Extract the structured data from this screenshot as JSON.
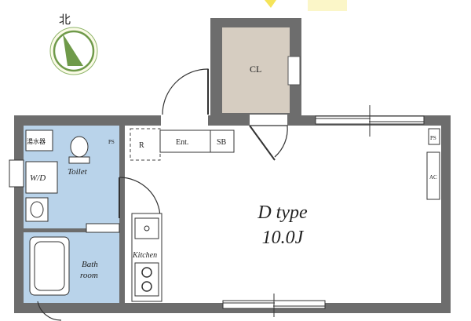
{
  "compass": {
    "label": "北",
    "icon": "north-arrow-icon"
  },
  "unit": {
    "type_label": "D type",
    "area_label": "10.0J"
  },
  "rooms": {
    "closet": "CL",
    "entrance": "Ent.",
    "shoe_box": "SB",
    "refrigerator": "R",
    "toilet": "Toilet",
    "washer": "W/D",
    "water_heater": "湯水器",
    "pipe_space_left": "PS",
    "pipe_space_right": "PS",
    "air_conditioner": "AC",
    "kitchen": "Kitchen",
    "bath_line1": "Bath",
    "bath_line2": "room"
  },
  "colors": {
    "wall": "#6d6d6d",
    "closet_fill": "#d6cdc1",
    "wet_area_fill": "#b9d3ea",
    "compass_fill": "#6f9a4a",
    "compass_bg": "#fbfbe8",
    "highlight": "#f5e96a"
  }
}
